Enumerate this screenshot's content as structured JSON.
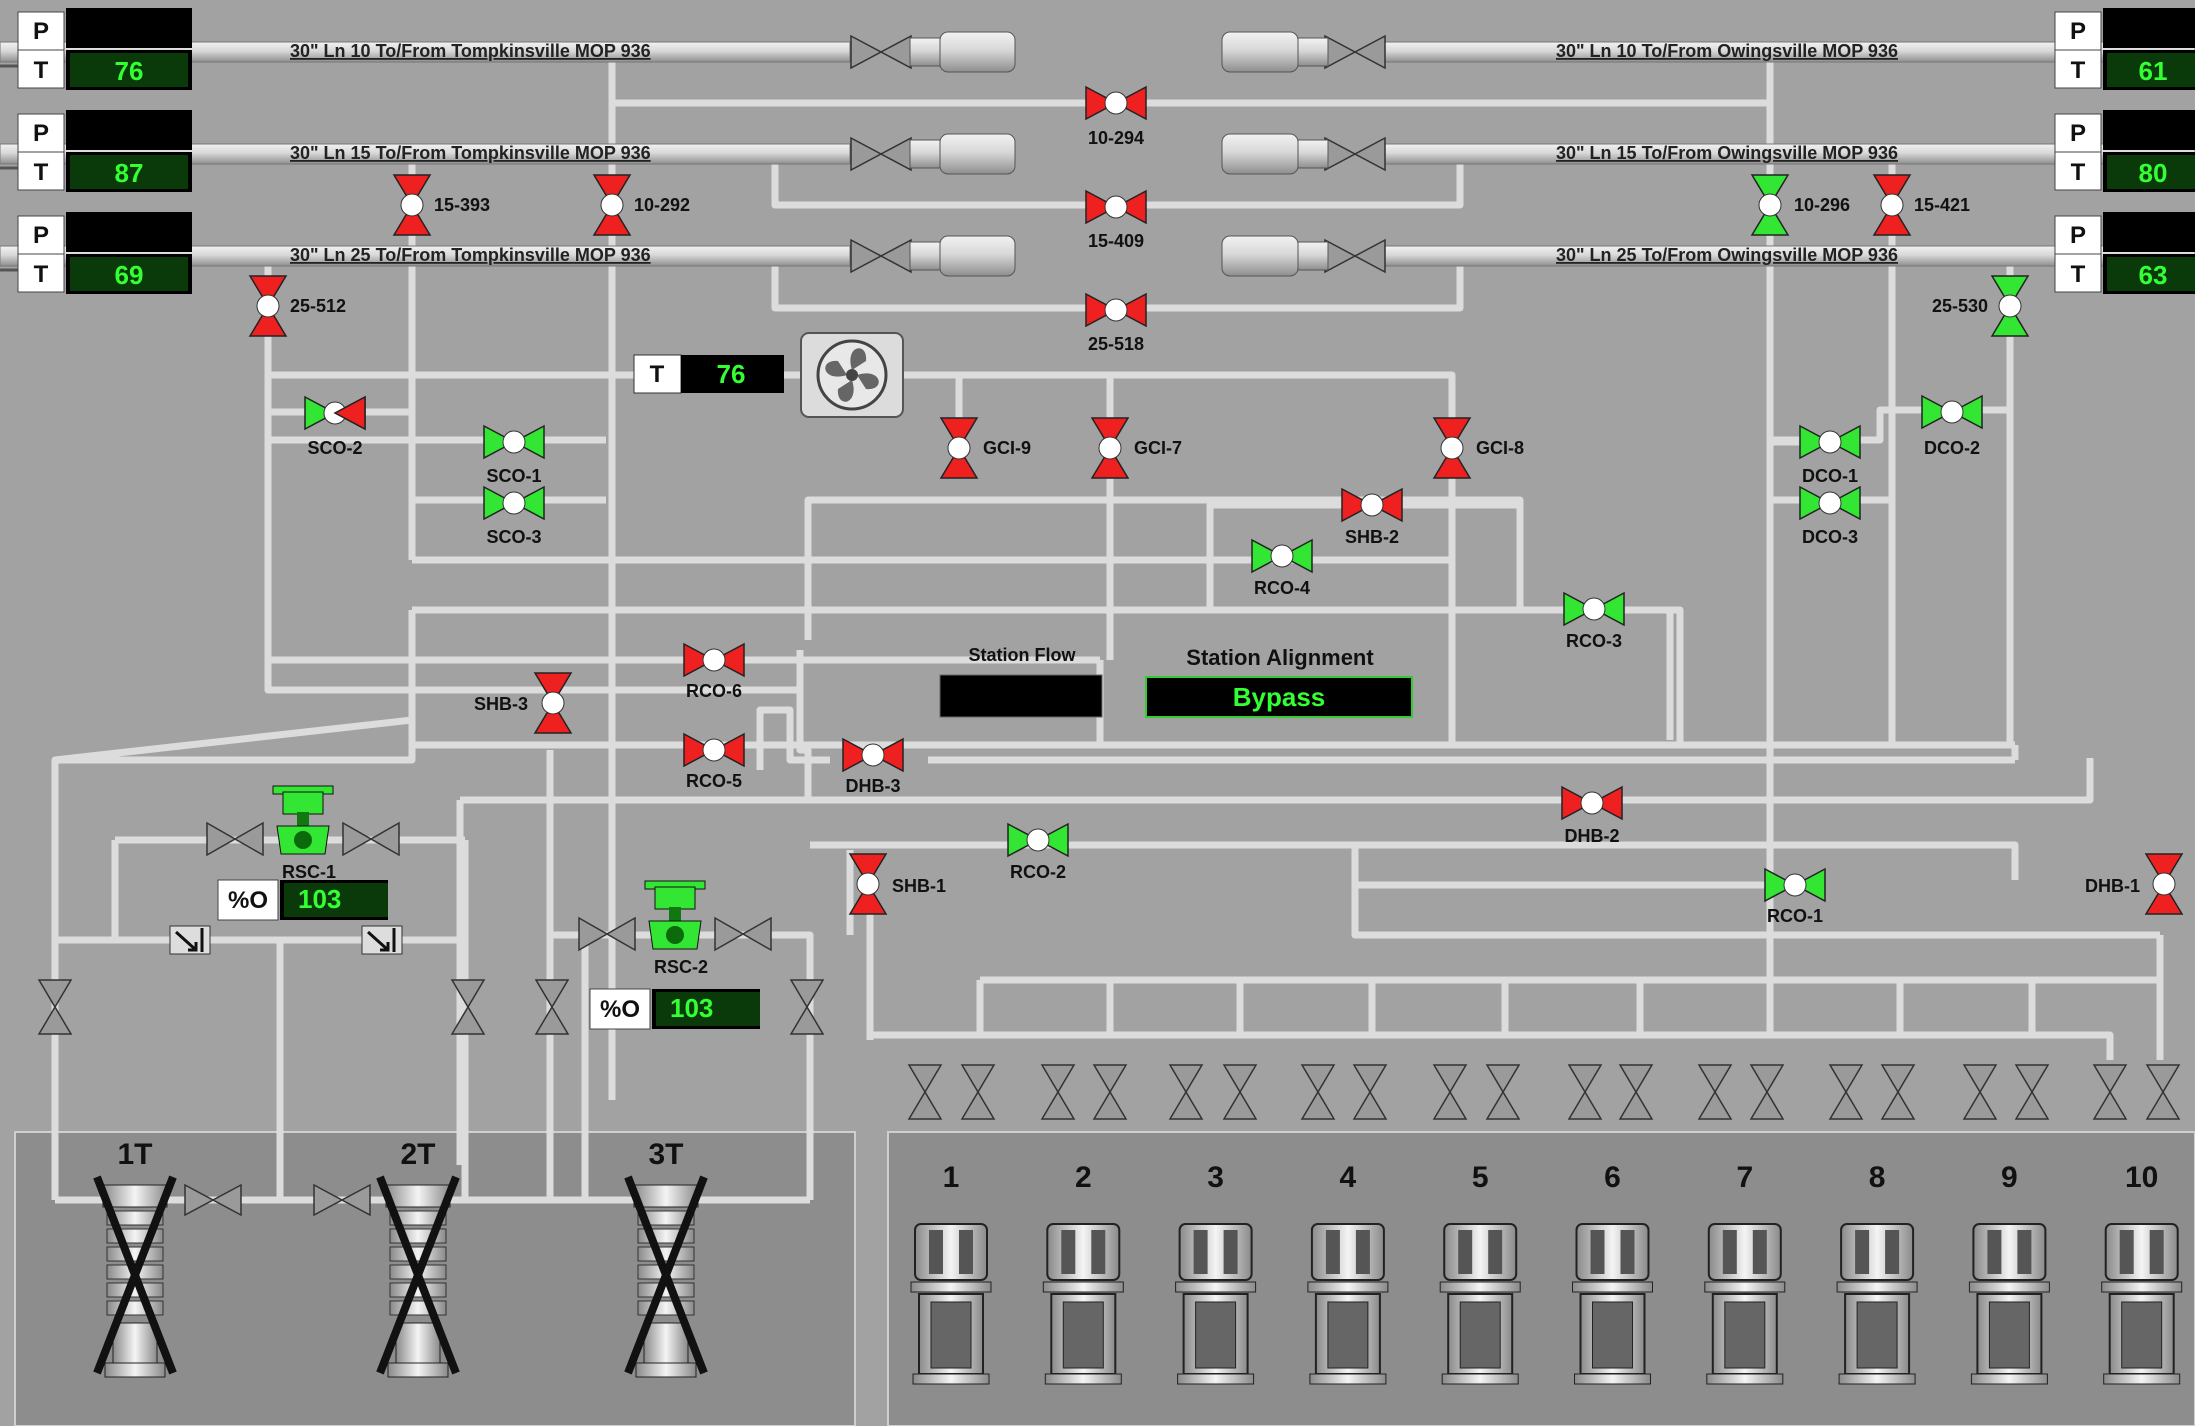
{
  "pipelines": {
    "tompkinsville": [
      {
        "label": "30\" Ln 10 To/From Tompkinsville MOP 936",
        "p_label": "P",
        "t_label": "T",
        "p_value": "",
        "t_value": "76"
      },
      {
        "label": "30\" Ln 15 To/From Tompkinsville MOP 936",
        "p_label": "P",
        "t_label": "T",
        "p_value": "",
        "t_value": "87"
      },
      {
        "label": "30\" Ln 25 To/From Tompkinsville MOP 936",
        "p_label": "P",
        "t_label": "T",
        "p_value": "",
        "t_value": "69"
      }
    ],
    "owingsville": [
      {
        "label": "30\" Ln 10 To/From Owingsville MOP 936",
        "p_label": "P",
        "t_label": "T",
        "p_value": "",
        "t_value": "61"
      },
      {
        "label": "30\" Ln 15 To/From Owingsville MOP 936",
        "p_label": "P",
        "t_label": "T",
        "p_value": "",
        "t_value": "80"
      },
      {
        "label": "30\" Ln 25 To/From Owingsville MOP 936",
        "p_label": "P",
        "t_label": "T",
        "p_value": "",
        "t_value": "63"
      }
    ]
  },
  "cooler": {
    "t_label": "T",
    "t_value": "76",
    "icon": "fan-icon"
  },
  "station": {
    "flow_label": "Station Flow",
    "flow_value": "",
    "alignment_label": "Station Alignment",
    "alignment_value": "Bypass"
  },
  "valve_labels": {
    "v10_294": "10-294",
    "v15_409": "15-409",
    "v25_518": "25-518",
    "v15_393": "15-393",
    "v10_292": "10-292",
    "v25_512": "25-512",
    "v10_296": "10-296",
    "v15_421": "15-421",
    "v25_530": "25-530",
    "sco2": "SCO-2",
    "sco1": "SCO-1",
    "sco3": "SCO-3",
    "gci9": "GCI-9",
    "gci7": "GCI-7",
    "gci8": "GCI-8",
    "shb2": "SHB-2",
    "rco4": "RCO-4",
    "rco3": "RCO-3",
    "dco1": "DCO-1",
    "dco2": "DCO-2",
    "dco3": "DCO-3",
    "shb3": "SHB-3",
    "rco6": "RCO-6",
    "rco5": "RCO-5",
    "dhb3": "DHB-3",
    "dhb2": "DHB-2",
    "rco2": "RCO-2",
    "shb1": "SHB-1",
    "rco1": "RCO-1",
    "dhb1": "DHB-1"
  },
  "valve_states": {
    "open_color": "#33e633",
    "closed_color": "#ee2020"
  },
  "control_valves": [
    {
      "label": "RSC-1",
      "pct_label": "%O",
      "value": "103"
    },
    {
      "label": "RSC-2",
      "pct_label": "%O",
      "value": "103"
    }
  ],
  "turbines": [
    {
      "label": "1T",
      "status": "out-of-service"
    },
    {
      "label": "2T",
      "status": "out-of-service"
    },
    {
      "label": "3T",
      "status": "out-of-service"
    }
  ],
  "compressors": [
    "1",
    "2",
    "3",
    "4",
    "5",
    "6",
    "7",
    "8",
    "9",
    "10"
  ]
}
